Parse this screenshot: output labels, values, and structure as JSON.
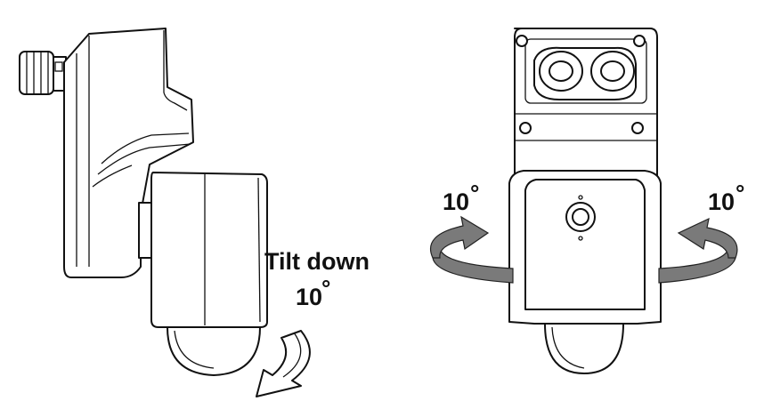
{
  "labels": {
    "tilt_title": "Tilt down",
    "tilt_angle": "10",
    "rotate_left_angle": "10",
    "rotate_right_angle": "10",
    "degree_symbol": "°"
  },
  "colors": {
    "line": "#111111",
    "arrow_fill": "#7a7a7a",
    "background": "#ffffff"
  },
  "icons": {
    "tilt_arrow": "curved-arrow-down-icon",
    "rotate_left_arrow": "curved-arrow-left-icon",
    "rotate_right_arrow": "curved-arrow-right-icon"
  }
}
